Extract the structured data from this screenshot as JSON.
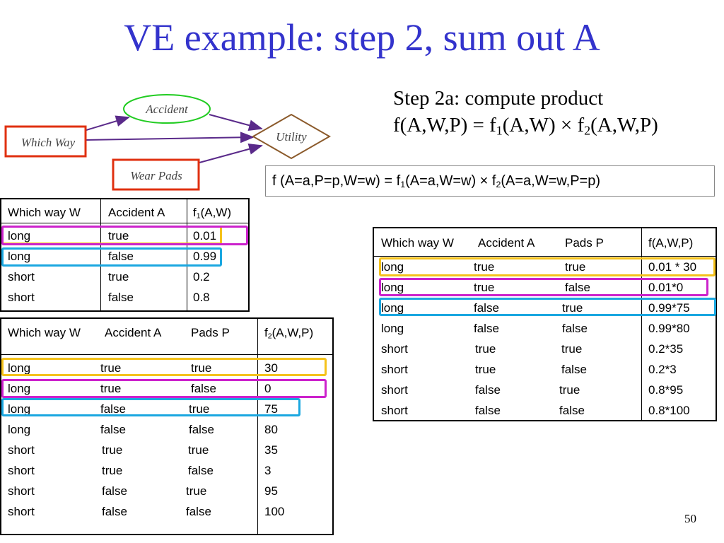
{
  "title": "VE example: step 2, sum out A",
  "step_text": {
    "line1": "Step 2a: compute product",
    "line2_prefix": "f(A,W,P) = f",
    "line2_sub1": "1",
    "line2_mid": "(A,W) × f",
    "line2_sub2": "2",
    "line2_suffix": "(A,W,P)"
  },
  "formula_box": {
    "prefix": "f (A=a,P=p,W=w)  =  f",
    "sub1": "1",
    "mid": "(A=a,W=w) × f",
    "sub2": "2",
    "suffix": "(A=a,W=w,P=p)"
  },
  "diagram": {
    "nodes": {
      "accident": "Accident",
      "which_way": "Which Way",
      "utility": "Utility",
      "wear_pads": "Wear Pads"
    },
    "colors": {
      "accident": "#22cc22",
      "which_way": "#e03010",
      "wear_pads": "#e03010",
      "utility": "#8b5a2b",
      "arrows": "#5a2a8a"
    }
  },
  "table_f1": {
    "headers": {
      "w": "Which way W",
      "a": "Accident A",
      "f_prefix": "f",
      "f_sub": "1",
      "f_suffix": "(A,W)"
    },
    "rows": [
      {
        "w": "long",
        "a": "true",
        "v": "0.01"
      },
      {
        "w": "long",
        "a": "false",
        "v": "0.99"
      },
      {
        "w": "short",
        "a": "true",
        "v": "0.2"
      },
      {
        "w": "short",
        "a": "false",
        "v": "0.8"
      }
    ]
  },
  "table_f2": {
    "headers": {
      "w": "Which way W",
      "a": "Accident A",
      "p": "Pads P",
      "f_prefix": "f",
      "f_sub": "2",
      "f_suffix": "(A,W,P)"
    },
    "rows": [
      {
        "w": "long",
        "a": "true",
        "p": "true",
        "v": "30"
      },
      {
        "w": "long",
        "a": "true",
        "p": "false",
        "v": "0"
      },
      {
        "w": "long",
        "a": "false",
        "p": "true",
        "v": "75"
      },
      {
        "w": "long",
        "a": "false",
        "p": "false",
        "v": "80"
      },
      {
        "w": "short",
        "a": "true",
        "p": "true",
        "v": "35"
      },
      {
        "w": "short",
        "a": "true",
        "p": "false",
        "v": "3"
      },
      {
        "w": "short",
        "a": "false",
        "p": "true",
        "v": "95"
      },
      {
        "w": "short",
        "a": "false",
        "p": "false",
        "v": "100"
      }
    ]
  },
  "table_f": {
    "headers": {
      "w": "Which way W",
      "a": "Accident A",
      "p": "Pads P",
      "f": "f(A,W,P)"
    },
    "rows": [
      {
        "w": "long",
        "a": "true",
        "p": "true",
        "v": "0.01 * 30"
      },
      {
        "w": "long",
        "a": "true",
        "p": "false",
        "v": "0.01*0"
      },
      {
        "w": "long",
        "a": "false",
        "p": "true",
        "v": "0.99*75"
      },
      {
        "w": "long",
        "a": "false",
        "p": "false",
        "v": "0.99*80"
      },
      {
        "w": "short",
        "a": "true",
        "p": "true",
        "v": "0.2*35"
      },
      {
        "w": "short",
        "a": "true",
        "p": "false",
        "v": "0.2*3"
      },
      {
        "w": "short",
        "a": "false",
        "p": "true",
        "v": "0.8*95"
      },
      {
        "w": "short",
        "a": "false",
        "p": "false",
        "v": "0.8*100"
      }
    ]
  },
  "highlight_colors": {
    "yellow": "#f5c21b",
    "magenta": "#cc22cc",
    "cyan": "#1aa7e0"
  },
  "page_number": "50"
}
